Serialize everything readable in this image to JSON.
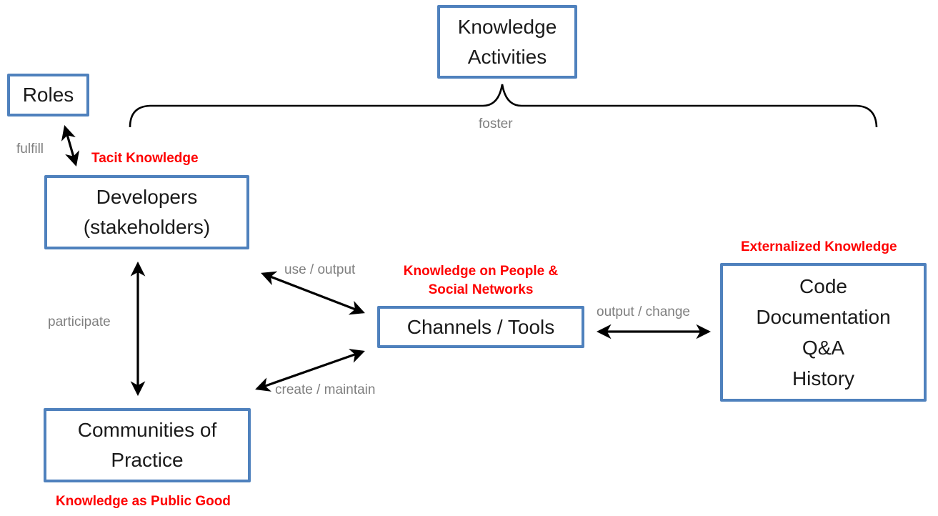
{
  "boxes": {
    "knowledge_activities": {
      "lines": [
        "Knowledge",
        "Activities"
      ]
    },
    "roles": {
      "lines": [
        "Roles"
      ]
    },
    "developers": {
      "lines": [
        "Developers",
        "(stakeholders)"
      ]
    },
    "channels_tools": {
      "lines": [
        "Channels / Tools"
      ]
    },
    "code_artifacts": {
      "lines": [
        "Code",
        "Documentation",
        "Q&A",
        "History"
      ]
    },
    "communities_of_practice": {
      "lines": [
        "Communities of",
        "Practice"
      ]
    }
  },
  "edge_labels": {
    "fulfill": "fulfill",
    "foster": "foster",
    "use_output": "use / output",
    "participate": "participate",
    "create_maintain": "create / maintain",
    "output_change": "output / change"
  },
  "annotations": {
    "tacit_knowledge": "Tacit Knowledge",
    "knowledge_on_people": [
      "Knowledge on People &",
      "Social Networks"
    ],
    "externalized_knowledge": "Externalized Knowledge",
    "knowledge_as_public_good": "Knowledge as Public Good"
  },
  "colors": {
    "box_border": "#4f81bd",
    "box_text": "#1a1a1a",
    "edge_label_gray": "#7f7f7f",
    "annotation_red": "#fe0000",
    "arrow_black": "#000000",
    "background": "#ffffff"
  }
}
